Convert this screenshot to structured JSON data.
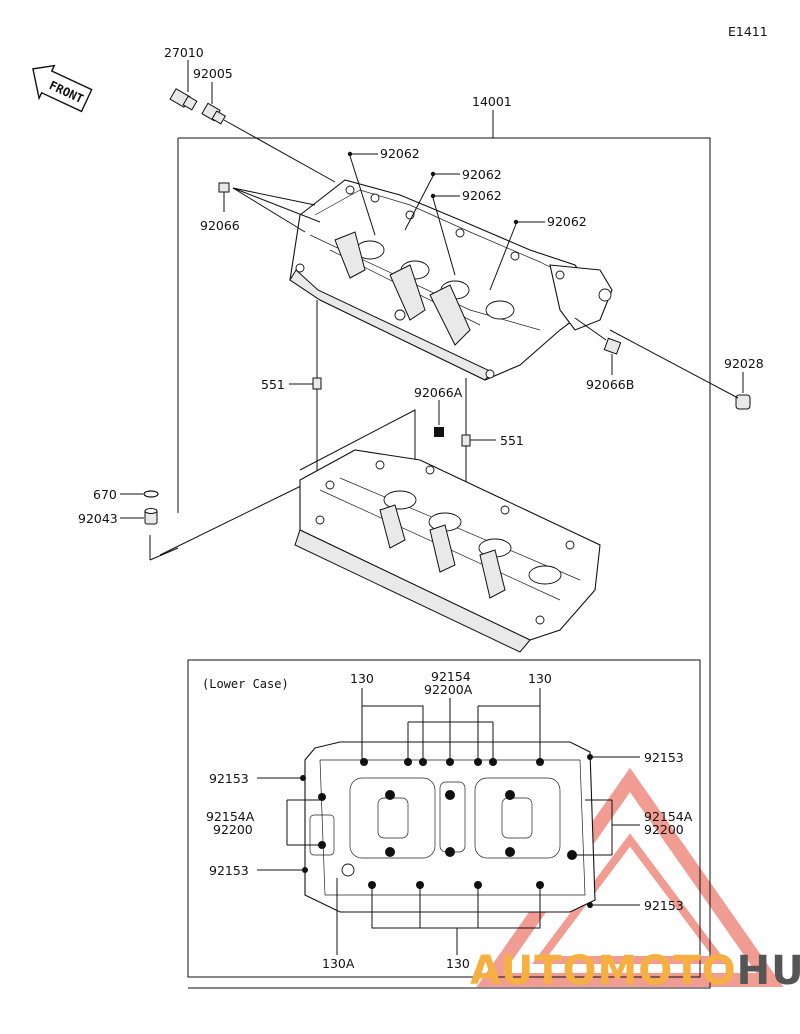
{
  "diagram_code": "E1411",
  "front_label": "FRONT",
  "section_title": "(Lower Case)",
  "watermark": {
    "part1": "AUTOMOTO",
    "part2": "HUB",
    "color1": "#f5b041",
    "color2": "#555555",
    "logo_color": "#e74c3c"
  },
  "labels": {
    "l27010": "27010",
    "l92005": "92005",
    "l14001": "14001",
    "l92062a": "92062",
    "l92062b": "92062",
    "l92062c": "92062",
    "l92062d": "92062",
    "l92066": "92066",
    "l92028": "92028",
    "l92066b": "92066B",
    "l551a": "551",
    "l92066a": "92066A",
    "l551b": "551",
    "l670": "670",
    "l92043": "92043",
    "lc130a": "130",
    "lc92154": "92154",
    "lc92200a": "92200A",
    "lc130b": "130",
    "lc92153a": "92153",
    "lc92153b": "92153",
    "lc92154aL": "92154A",
    "lc92200L": "92200",
    "lc92154aR": "92154A",
    "lc92200R": "92200",
    "lc92153c": "92153",
    "lc92153d": "92153",
    "lc130c": "130",
    "lc130a2": "130A"
  }
}
